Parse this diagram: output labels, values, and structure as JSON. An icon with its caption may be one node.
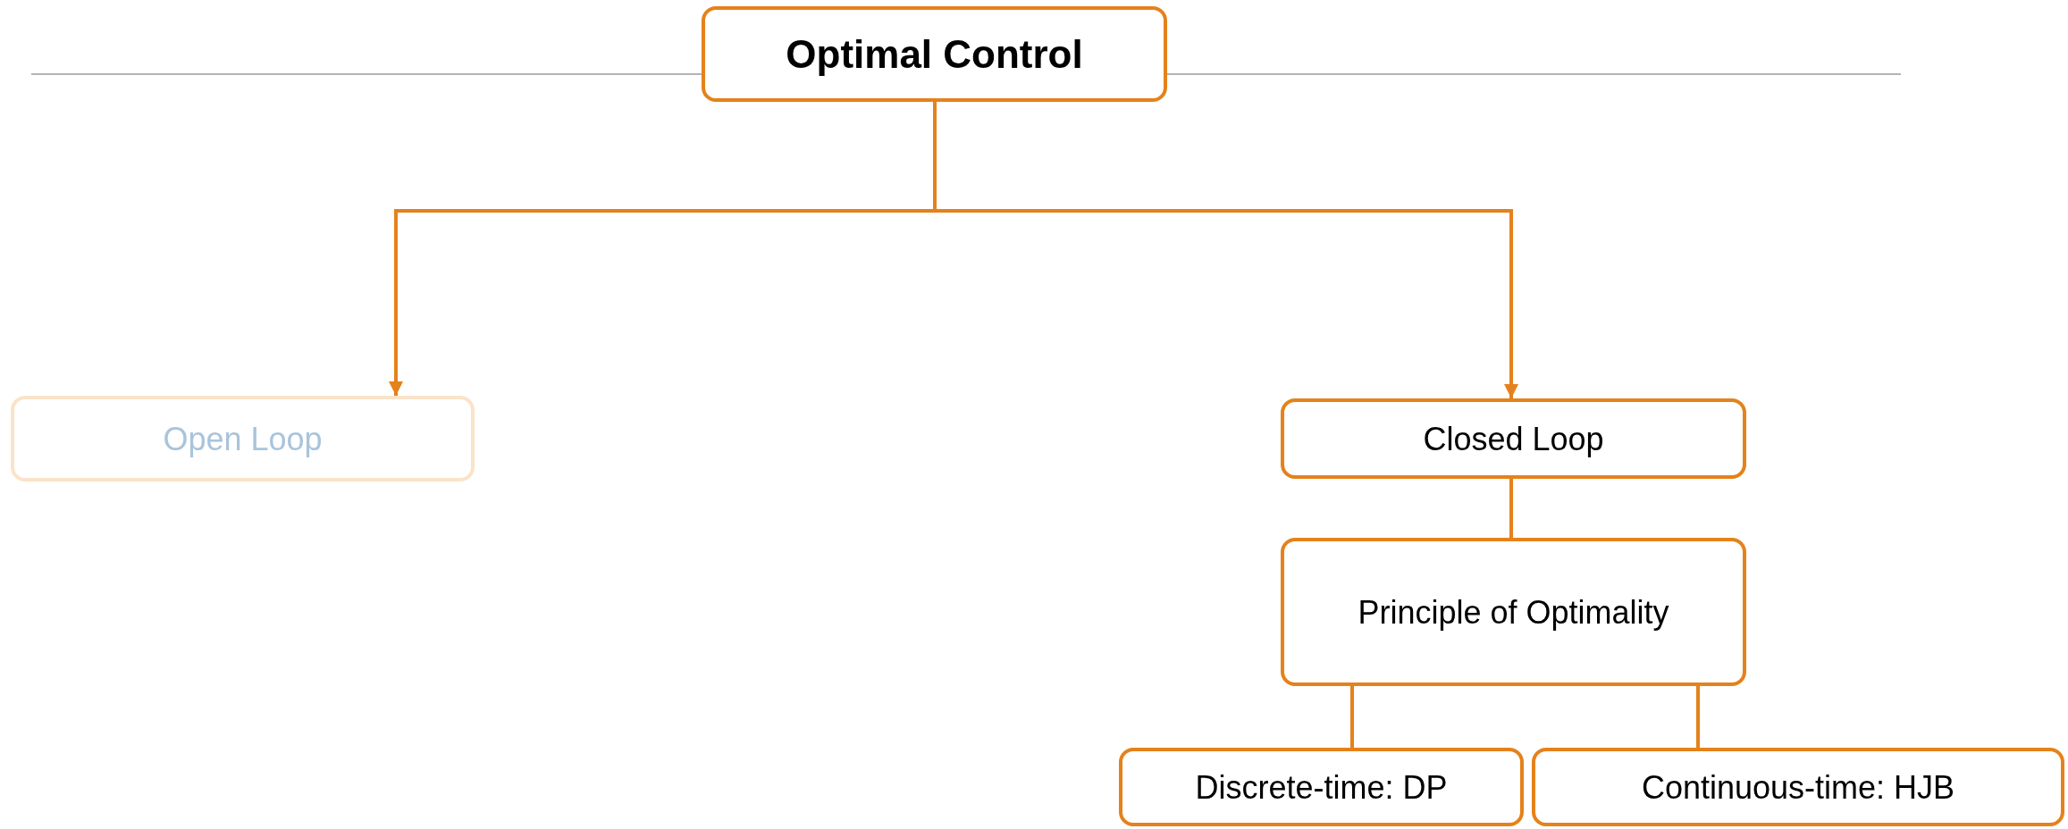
{
  "diagram": {
    "nodes": [
      {
        "text": [
          "Optimal Control"
        ]
      },
      {
        "text": [
          "Open Loop"
        ]
      },
      {
        "text": [
          "Closed Loop"
        ]
      },
      {
        "text": [
          "Principle of Optimality"
        ]
      },
      {
        "text": [
          "Discrete-time: DP"
        ]
      },
      {
        "text": [
          "Continuous-time: HJB"
        ]
      }
    ],
    "edges": [
      {
        "from": 0,
        "to": 1,
        "arrow": "to"
      },
      {
        "from": 0,
        "to": 2,
        "arrow": "to"
      },
      {
        "from": 2,
        "to": 3,
        "arrow": "none"
      },
      {
        "from": 3,
        "to": 4,
        "arrow": "none"
      },
      {
        "from": 3,
        "to": 5,
        "arrow": "none"
      }
    ]
  }
}
